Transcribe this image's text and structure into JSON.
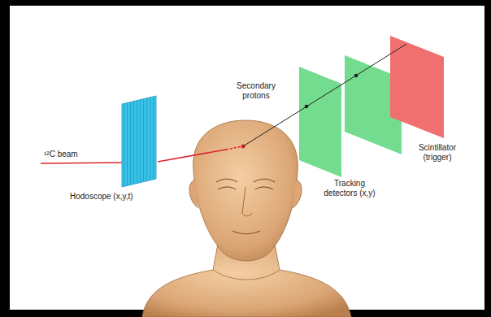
{
  "diagram": {
    "labels": [
      "¹²C beam",
      "Hodoscope (x,y,t)",
      "Secondary protons",
      "Tracking detectors (x,y)",
      "Scintillator (trigger)"
    ]
  }
}
